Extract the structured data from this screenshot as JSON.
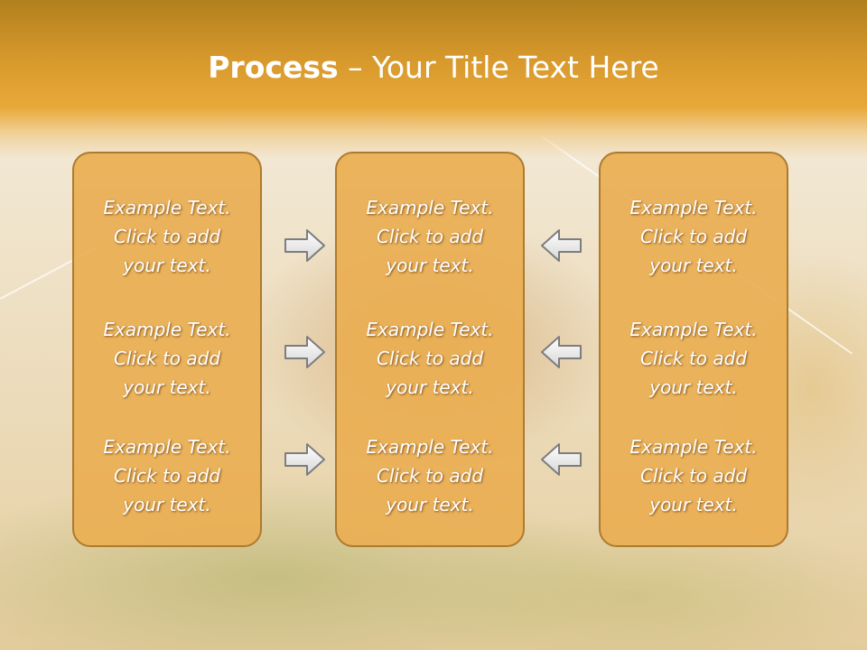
{
  "title": {
    "bold": "Process",
    "rest": " – Your Title Text Here"
  },
  "columns": [
    {
      "items": [
        {
          "lines": [
            "Example Text.",
            "Click  to add",
            "your text."
          ]
        },
        {
          "lines": [
            "Example Text.",
            "Click  to add",
            "your text."
          ]
        },
        {
          "lines": [
            "Example Text.",
            "Click  to add",
            "your text."
          ]
        }
      ]
    },
    {
      "items": [
        {
          "lines": [
            "Example Text.",
            "Click  to add",
            "your text."
          ]
        },
        {
          "lines": [
            "Example Text.",
            "Click  to add",
            "your text."
          ]
        },
        {
          "lines": [
            "Example Text.",
            "Click  to add",
            "your text."
          ]
        }
      ]
    },
    {
      "items": [
        {
          "lines": [
            "Example Text.",
            "Click  to add",
            "your text."
          ]
        },
        {
          "lines": [
            "Example Text.",
            "Click  to add",
            "your text."
          ]
        },
        {
          "lines": [
            "Example Text.",
            "Click  to add",
            "your text."
          ]
        }
      ]
    }
  ],
  "arrows": {
    "left_group": "arrow-right-icon",
    "right_group": "arrow-left-icon"
  },
  "colors": {
    "header": "#d99a2d",
    "box_fill": "#eaae53",
    "box_border": "#ad7b2e",
    "text": "#ffffff"
  }
}
